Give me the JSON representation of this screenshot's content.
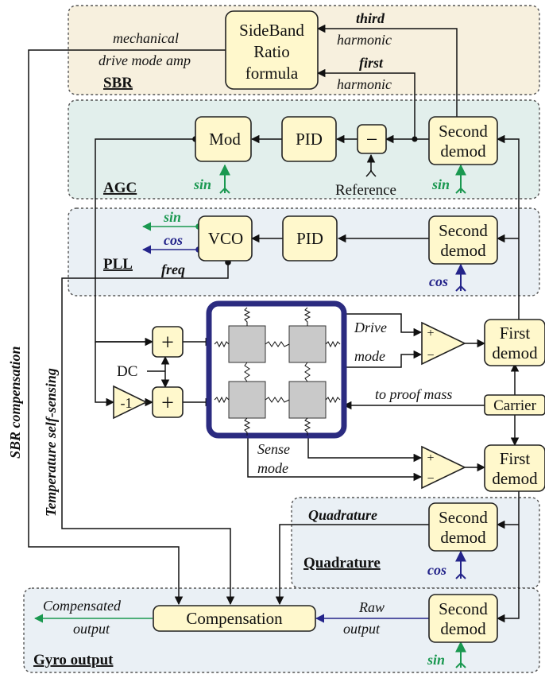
{
  "sections": {
    "sbr": "SBR",
    "agc": "AGC",
    "pll": "PLL",
    "quadrature": "Quadrature",
    "gyro_output": "Gyro output"
  },
  "blocks": {
    "sbr_formula": [
      "SideBand",
      "Ratio",
      "formula"
    ],
    "mod": "Mod",
    "pid": "PID",
    "minus": "−",
    "vco": "VCO",
    "second_demod": [
      "Second",
      "demod"
    ],
    "first_demod": [
      "First",
      "demod"
    ],
    "carrier": "Carrier",
    "plus": "+",
    "neg_one": "-1",
    "compensation": "Compensation",
    "amp_plus": "+",
    "amp_minus": "−"
  },
  "labels": {
    "third": "third",
    "harmonic": "harmonic",
    "first": "first",
    "mechanical": "mechanical",
    "drive_mode_amp": "drive mode amp",
    "reference": "Reference",
    "sin": "sin",
    "cos": "cos",
    "freq": "freq",
    "dc": "DC",
    "drive": "Drive",
    "mode": "mode",
    "to_proof_mass": "to proof mass",
    "sense": "Sense",
    "quadrature_signal": "Quadrature",
    "raw": "Raw",
    "output": "output",
    "compensated": "Compensated",
    "sbr_compensation": "SBR compensation",
    "temperature_self_sensing": "Temperature self-sensing"
  },
  "colors": {
    "sin_signal": "#1a9850",
    "cos_signal": "#24248a",
    "block_fill": "#fff8cc",
    "proof_mass_frame": "#2b2b80",
    "proof_mass": "#c9c9c9",
    "sbr_panel": "#f7f0de",
    "agc_panel": "#e2efec",
    "pll_panel": "#eaf0f5",
    "quadrature_panel": "#eaf0f5",
    "gyro_output_panel": "#eaf0f5"
  }
}
